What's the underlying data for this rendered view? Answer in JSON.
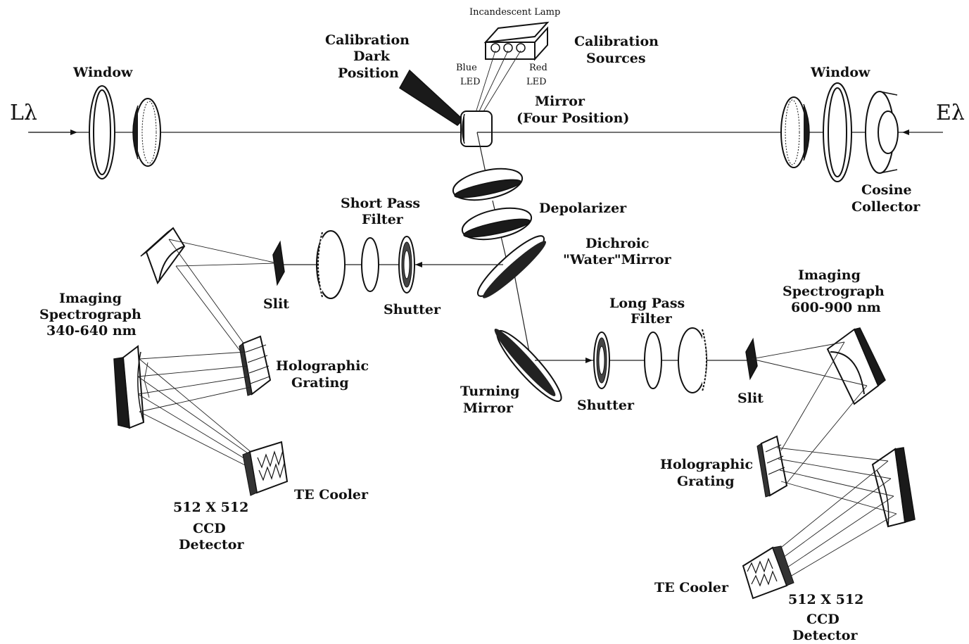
{
  "labels": {
    "l_lambda": "Lλ",
    "e_lambda": "Eλ",
    "window_left": "Window",
    "window_right": "Window",
    "incandescent_lamp": "Incandescent Lamp",
    "calibration_dark_line1": "Calibration",
    "calibration_dark_line2": "Dark",
    "calibration_dark_line3": "Position",
    "calibration_sources_line1": "Calibration",
    "calibration_sources_line2": "Sources",
    "blue_led_line1": "Blue",
    "blue_led_line2": "LED",
    "red_led_line1": "Red",
    "red_led_line2": "LED",
    "mirror_line1": "Mirror",
    "mirror_line2": "(Four Position)",
    "depolarizer": "Depolarizer",
    "dichroic_line1": "Dichroic",
    "dichroic_line2": "\"Water\"Mirror",
    "cosine_line1": "Cosine",
    "cosine_line2": "Collector",
    "short_pass_line1": "Short Pass",
    "short_pass_line2": "Filter",
    "slit_left": "Slit",
    "shutter_left": "Shutter",
    "imaging_left_line1": "Imaging",
    "imaging_left_line2": "Spectrograph",
    "imaging_left_line3": "340-640 nm",
    "holo_left_line1": "Holographic",
    "holo_left_line2": "Grating",
    "te_cooler_left": "TE Cooler",
    "ccd_left_line1": "512 X 512",
    "ccd_left_line2": "CCD",
    "ccd_left_line3": "Detector",
    "long_pass_line1": "Long Pass",
    "long_pass_line2": "Filter",
    "imaging_right_line1": "Imaging",
    "imaging_right_line2": "Spectrograph",
    "imaging_right_line3": "600-900 nm",
    "turning_line1": "Turning",
    "turning_line2": "Mirror",
    "shutter_right": "Shutter",
    "slit_right": "Slit",
    "holo_right_line1": "Holographic",
    "holo_right_line2": "Grating",
    "te_cooler_right": "TE Cooler",
    "ccd_right_line1": "512 X 512",
    "ccd_right_line2": "CCD",
    "ccd_right_line3": "Detector"
  },
  "colors": {
    "ink": "#111111",
    "background": "#ffffff"
  }
}
